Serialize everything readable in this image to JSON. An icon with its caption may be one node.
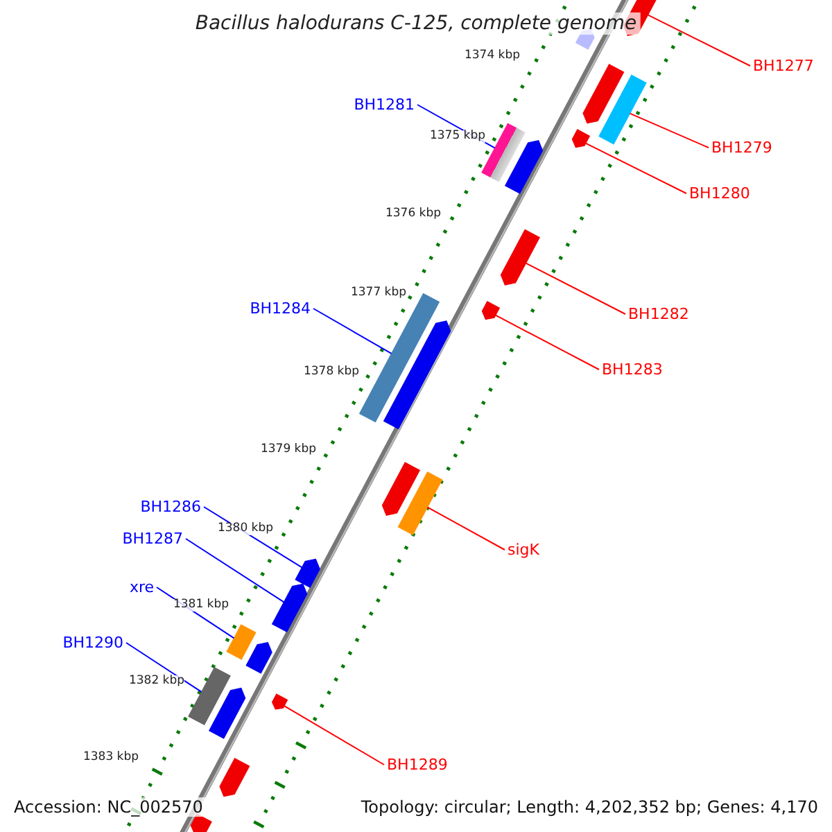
{
  "diagram": {
    "title": "Bacillus halodurans C-125, complete genome",
    "nodes": [
      {
        "text": [
          "BH1277"
        ]
      },
      {
        "text": [
          "BH1281"
        ]
      },
      {
        "text": [
          "BH1279"
        ]
      },
      {
        "text": [
          "BH1280"
        ]
      },
      {
        "text": [
          "BH1284"
        ]
      },
      {
        "text": [
          "BH1282"
        ]
      },
      {
        "text": [
          "BH1283"
        ]
      },
      {
        "text": [
          "BH1286"
        ]
      },
      {
        "text": [
          "BH1287"
        ]
      },
      {
        "text": [
          "sigK"
        ]
      },
      {
        "text": [
          "xre"
        ]
      },
      {
        "text": [
          "BH1290"
        ]
      },
      {
        "text": [
          "BH1289"
        ]
      },
      {
        "text": [],
        "shape": "pentagon"
      },
      {
        "text": [],
        "shape": "pentagon"
      },
      {
        "text": [],
        "shape": "pentagon"
      },
      {
        "text": [],
        "shape": "bar"
      },
      {
        "text": [],
        "shape": "pentagon"
      },
      {
        "text": [],
        "shape": "bar"
      },
      {
        "text": [],
        "shape": "pentagon"
      },
      {
        "text": [],
        "shape": "pentagon"
      },
      {
        "text": [],
        "shape": "pentagon"
      },
      {
        "text": [],
        "shape": "bar"
      },
      {
        "text": [],
        "shape": "pentagon"
      },
      {
        "text": [],
        "shape": "pentagon"
      },
      {
        "text": [],
        "shape": "bar"
      },
      {
        "text": [],
        "shape": "pentagon"
      },
      {
        "text": [],
        "shape": "pentagon"
      },
      {
        "text": [],
        "shape": "bar"
      },
      {
        "text": [],
        "shape": "pentagon"
      },
      {
        "text": [],
        "shape": "bar"
      },
      {
        "text": [],
        "shape": "pentagon"
      },
      {
        "text": [],
        "shape": "pentagon"
      },
      {
        "text": [],
        "shape": "pentagon"
      },
      {
        "text": [],
        "shape": "pentagon"
      }
    ],
    "edges": [
      {
        "from": 0,
        "to": 13,
        "arrow": "none"
      },
      {
        "from": 1,
        "to": 18,
        "arrow": "none",
        "color": "#0000ff"
      },
      {
        "from": 2,
        "to": 16,
        "arrow": "none"
      },
      {
        "from": 3,
        "to": 17,
        "arrow": "none"
      },
      {
        "from": 4,
        "to": 22,
        "arrow": "none",
        "color": "#0000ff"
      },
      {
        "from": 5,
        "to": 20,
        "arrow": "none"
      },
      {
        "from": 6,
        "to": 21,
        "arrow": "none"
      },
      {
        "from": 7,
        "to": 26,
        "arrow": "none",
        "color": "#0000ff"
      },
      {
        "from": 8,
        "to": 27,
        "arrow": "none",
        "color": "#0000ff"
      },
      {
        "from": 9,
        "to": 25,
        "arrow": "none"
      },
      {
        "from": 10,
        "to": 28,
        "arrow": "none",
        "color": "#0000ff"
      },
      {
        "from": 11,
        "to": 30,
        "arrow": "none",
        "color": "#0000ff"
      },
      {
        "from": 12,
        "to": 31,
        "arrow": "none"
      }
    ],
    "labels": [
      "1374 kbp",
      "1375 kbp",
      "1376 kbp",
      "1377 kbp",
      "1378 kbp",
      "1379 kbp",
      "1380 kbp",
      "1381 kbp",
      "1382 kbp",
      "1383 kbp",
      "Accession: NC_002570",
      "Topology: circular; Length: 4,202,352 bp; Genes: 4,170"
    ]
  }
}
